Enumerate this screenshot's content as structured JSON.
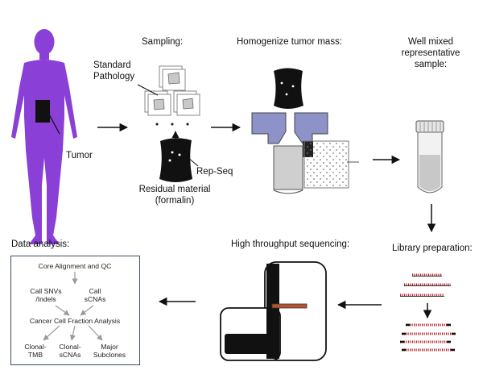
{
  "stages": {
    "tumor": "Tumor",
    "sampling": "Sampling:",
    "standard_pathology": "Standard\nPathology",
    "rep_seq": "Rep-Seq",
    "residual": "Residual material\n(formalin)",
    "homogenize": "Homogenize tumor mass:",
    "well_mixed": "Well mixed\nrepresentative\nsample:",
    "library_prep": "Library preparation:",
    "sequencing": "High throughput sequencing:",
    "data_analysis": "Data analysis:"
  },
  "flow": {
    "core": "Core Alignment and QC",
    "call_snvs": "Call SNVs\n/Indels",
    "call_scnas": "Call\nsCNAs",
    "ccf": "Cancer Cell Fraction Analysis",
    "clonal_tmb": "Clonal-\nTMB",
    "clonal_scnas": "Clonal-\nsCNAs",
    "major_subclones": "Major\nSubclones"
  },
  "colors": {
    "body": "#8a3fd6",
    "press": "#8d92c9",
    "box_border": "#3c4a6a",
    "band": "#b5542f",
    "dna_red": "#b0262b"
  }
}
